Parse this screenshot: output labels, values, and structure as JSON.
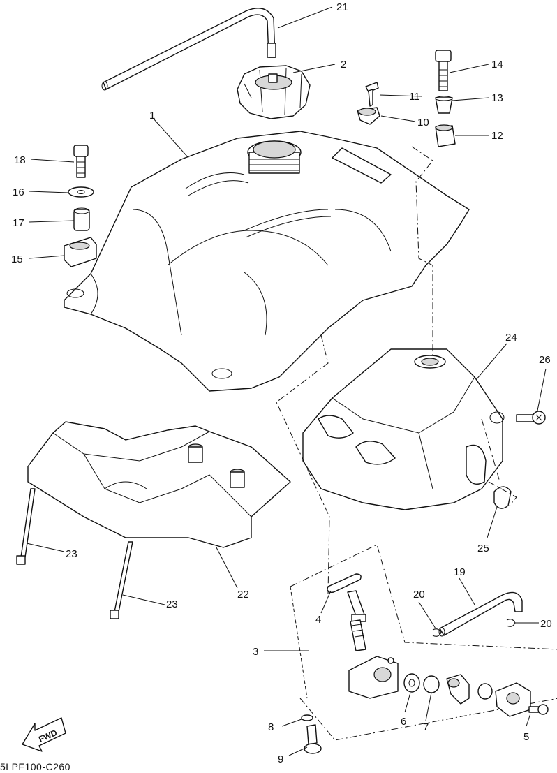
{
  "drawing_code": "5LPF100-C260",
  "fwd_label": "FWD",
  "callouts": [
    {
      "id": "c1",
      "label": "1"
    },
    {
      "id": "c2",
      "label": "2"
    },
    {
      "id": "c3",
      "label": "3"
    },
    {
      "id": "c4",
      "label": "4"
    },
    {
      "id": "c5",
      "label": "5"
    },
    {
      "id": "c6",
      "label": "6"
    },
    {
      "id": "c7",
      "label": "7"
    },
    {
      "id": "c8",
      "label": "8"
    },
    {
      "id": "c9",
      "label": "9"
    },
    {
      "id": "c10",
      "label": "10"
    },
    {
      "id": "c11",
      "label": "11"
    },
    {
      "id": "c12",
      "label": "12"
    },
    {
      "id": "c13",
      "label": "13"
    },
    {
      "id": "c14",
      "label": "14"
    },
    {
      "id": "c15",
      "label": "15"
    },
    {
      "id": "c16",
      "label": "16"
    },
    {
      "id": "c17",
      "label": "17"
    },
    {
      "id": "c18",
      "label": "18"
    },
    {
      "id": "c19",
      "label": "19"
    },
    {
      "id": "c20a",
      "label": "20"
    },
    {
      "id": "c20b",
      "label": "20"
    },
    {
      "id": "c21",
      "label": "21"
    },
    {
      "id": "c22",
      "label": "22"
    },
    {
      "id": "c23a",
      "label": "23"
    },
    {
      "id": "c23b",
      "label": "23"
    },
    {
      "id": "c24",
      "label": "24"
    },
    {
      "id": "c25",
      "label": "25"
    },
    {
      "id": "c26",
      "label": "26"
    }
  ]
}
